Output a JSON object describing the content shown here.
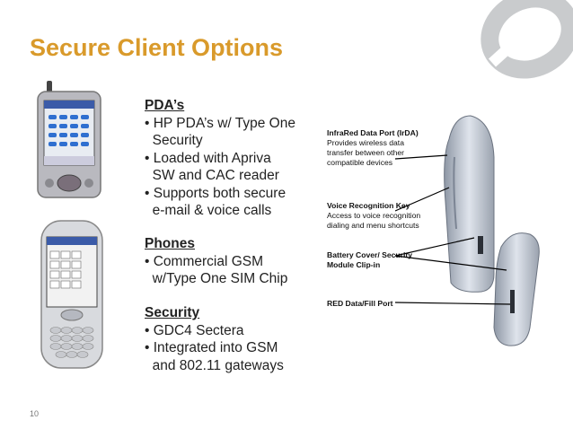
{
  "slide": {
    "title": "Secure Client Options",
    "page_number": "10"
  },
  "sections": [
    {
      "heading": "PDA’s",
      "bullets": [
        "• HP PDA’s w/ Type One",
        "  Security",
        "• Loaded with Apriva",
        "  SW and CAC reader",
        "• Supports both secure",
        "  e-mail & voice calls"
      ]
    },
    {
      "heading": "Phones",
      "bullets": [
        "• Commercial GSM",
        "  w/Type One SIM Chip"
      ]
    },
    {
      "heading": "Security",
      "bullets": [
        "• GDC4 Sectera",
        "• Integrated into GSM",
        "  and 802.11 gateways"
      ]
    }
  ],
  "callouts": [
    {
      "title": "InfraRed Data Port (IrDA)",
      "lines": [
        "Provides wireless data",
        "transfer between other",
        "compatible devices"
      ]
    },
    {
      "title": "Voice Recognition Key",
      "lines": [
        "Access to voice recognition",
        "dialing and menu shortcuts"
      ]
    },
    {
      "title": "Battery Cover/ Security",
      "lines": [
        "Module Clip-in"
      ]
    },
    {
      "title": "RED Data/Fill Port",
      "lines": []
    }
  ],
  "colors": {
    "title": "#d99a2b",
    "logo": "#c9cbcd"
  },
  "icons": [
    "company-logo",
    "pda-device-image",
    "smartphone-image",
    "sectera-phone-image"
  ]
}
